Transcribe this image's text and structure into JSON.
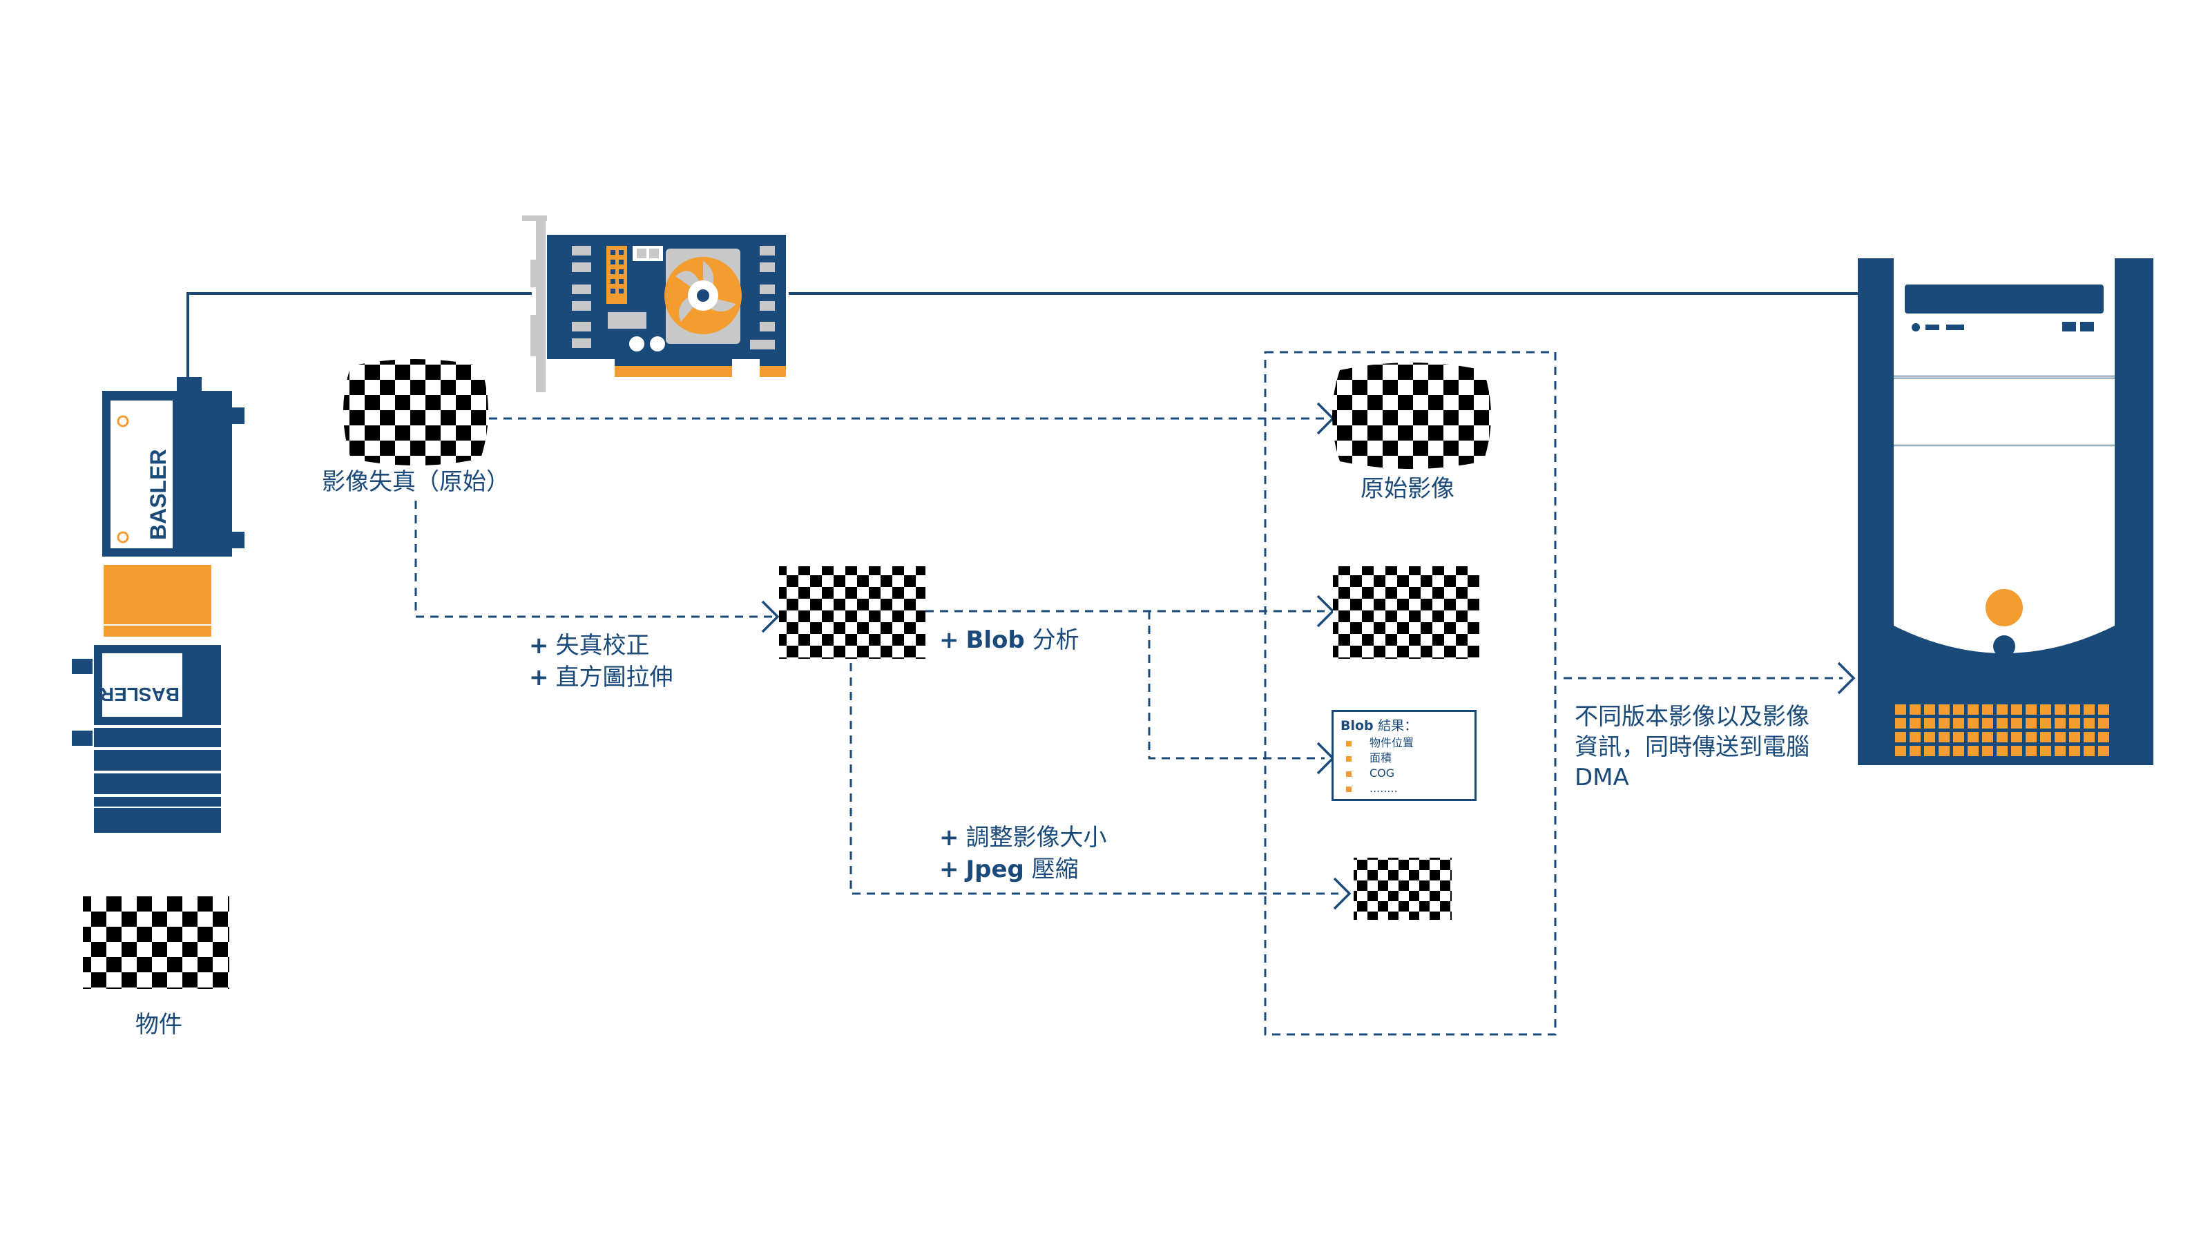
{
  "colors": {
    "navy": "#1a4a7a",
    "orange": "#f39c2f",
    "gray": "#c8c8c8",
    "black": "#000000"
  },
  "camera": {
    "brand_top": "BASLER",
    "brand_bottom": "BASLER"
  },
  "labels": {
    "object": "物件",
    "distorted": "影像失真（原始）",
    "original": "原始影像"
  },
  "operations": {
    "correction": {
      "line1": "失真校正",
      "line2": "直方圖拉伸"
    },
    "blob": {
      "en": "Blob",
      "cjk": "分析"
    },
    "resize": {
      "line1": "調整影像大小",
      "line2_en": "Jpeg",
      "line2_cjk": "壓縮"
    }
  },
  "blob_result": {
    "title_en": "Blob",
    "title_cjk": "結果：",
    "items": [
      "物件位置",
      "面積",
      "COG",
      "........"
    ]
  },
  "output": {
    "line1": "不同版本影像以及影像",
    "line2": "資訊，同時傳送到電腦",
    "line3": "DMA"
  },
  "icons": [
    "camera-icon",
    "frame-grabber-card-icon",
    "pc-tower-icon",
    "checkerboard-icon",
    "arrow-icon"
  ]
}
